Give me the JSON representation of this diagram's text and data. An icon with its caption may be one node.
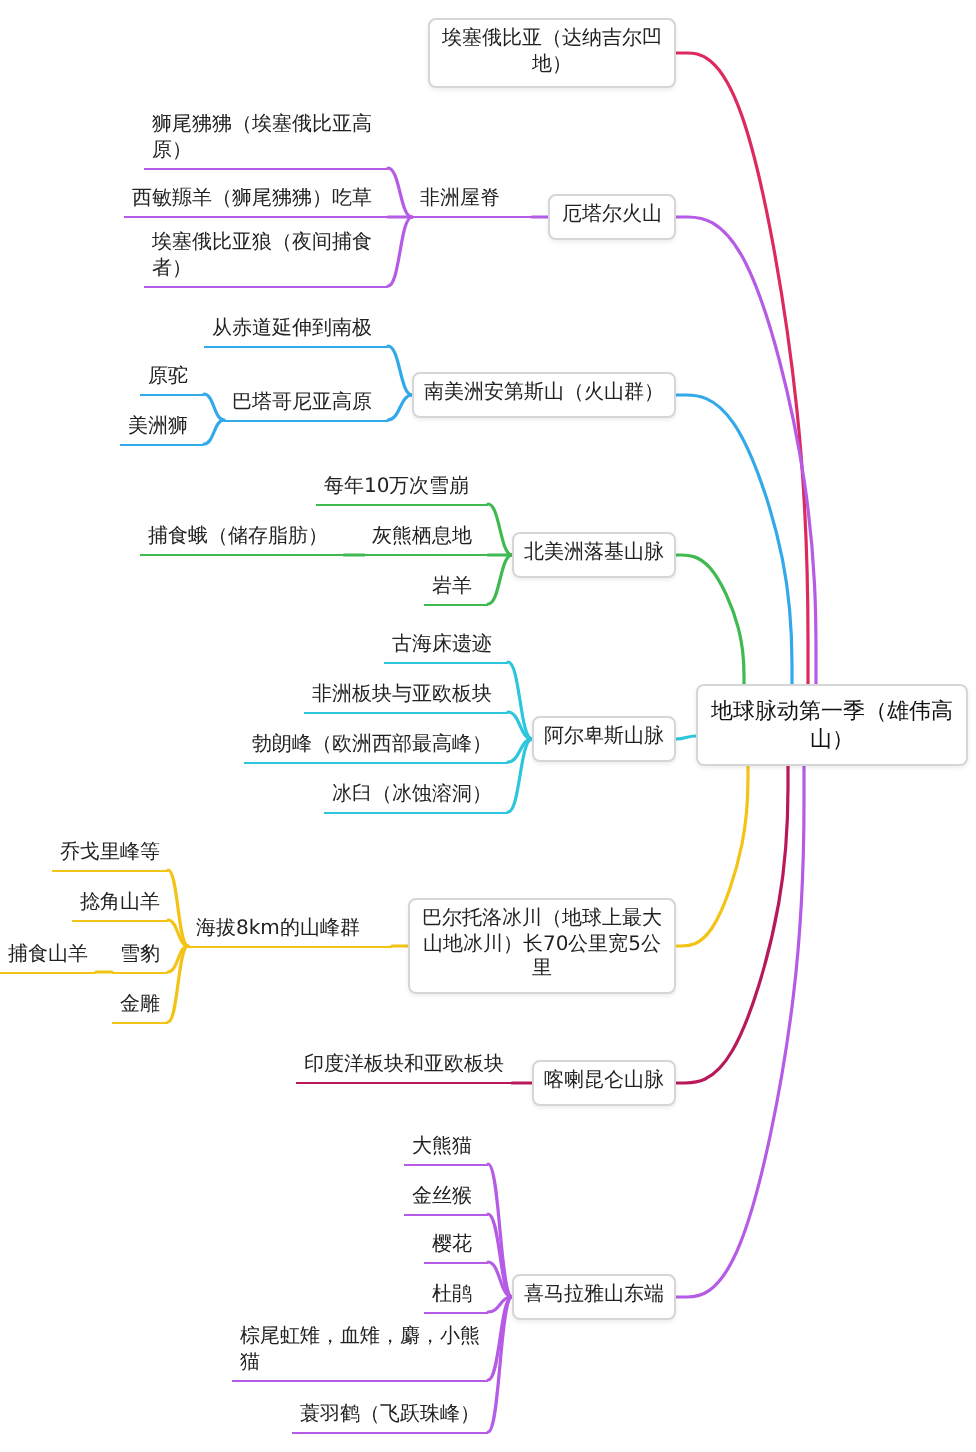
{
  "diagram": {
    "nodes": [
      {
        "text": [
          "地球脉动第一季（雄伟高山）"
        ]
      },
      {
        "text": [
          "埃塞俄比亚（达纳吉尔凹地）"
        ]
      },
      {
        "text": [
          "厄塔尔火山"
        ]
      },
      {
        "text": [
          "非洲屋脊"
        ]
      },
      {
        "text": [
          "狮尾狒狒（埃塞俄比亚高原）"
        ]
      },
      {
        "text": [
          "西敏羱羊（狮尾狒狒）吃草"
        ]
      },
      {
        "text": [
          "埃塞俄比亚狼（夜间捕食者）"
        ]
      },
      {
        "text": [
          "南美洲安第斯山（火山群）"
        ]
      },
      {
        "text": [
          "从赤道延伸到南极"
        ]
      },
      {
        "text": [
          "巴塔哥尼亚高原"
        ]
      },
      {
        "text": [
          "原驼"
        ]
      },
      {
        "text": [
          "美洲狮"
        ]
      },
      {
        "text": [
          "北美洲落基山脉"
        ]
      },
      {
        "text": [
          "每年10万次雪崩"
        ]
      },
      {
        "text": [
          "灰熊栖息地"
        ]
      },
      {
        "text": [
          "捕食蛾（储存脂肪）"
        ]
      },
      {
        "text": [
          "岩羊"
        ]
      },
      {
        "text": [
          "阿尔卑斯山脉"
        ]
      },
      {
        "text": [
          "古海床遗迹"
        ]
      },
      {
        "text": [
          "非洲板块与亚欧板块"
        ]
      },
      {
        "text": [
          "勃朗峰（欧洲西部最高峰）"
        ]
      },
      {
        "text": [
          "冰臼（冰蚀溶洞）"
        ]
      },
      {
        "text": [
          "巴尔托洛冰川（地球上最大山地冰川）长70公里宽5公里"
        ]
      },
      {
        "text": [
          "海拔8km的山峰群"
        ]
      },
      {
        "text": [
          "乔戈里峰等"
        ]
      },
      {
        "text": [
          "捻角山羊"
        ]
      },
      {
        "text": [
          "雪豹"
        ]
      },
      {
        "text": [
          "捕食山羊"
        ]
      },
      {
        "text": [
          "金雕"
        ]
      },
      {
        "text": [
          "喀喇昆仑山脉"
        ]
      },
      {
        "text": [
          "印度洋板块和亚欧板块"
        ]
      },
      {
        "text": [
          "喜马拉雅山东端"
        ]
      },
      {
        "text": [
          "大熊猫"
        ]
      },
      {
        "text": [
          "金丝猴"
        ]
      },
      {
        "text": [
          "樱花"
        ]
      },
      {
        "text": [
          "杜鹃"
        ]
      },
      {
        "text": [
          "棕尾虹雉，血雉，麝，小熊猫"
        ]
      },
      {
        "text": [
          "蓑羽鹤（飞跃珠峰）"
        ]
      }
    ],
    "edges": [
      {
        "from": 0,
        "to": 1,
        "arrow": "none",
        "color": "#dc2a5f"
      },
      {
        "from": 0,
        "to": 2,
        "arrow": "none",
        "color": "#b55be6"
      },
      {
        "from": 2,
        "to": 3,
        "arrow": "none",
        "color": "#b55be6"
      },
      {
        "from": 3,
        "to": 4,
        "arrow": "none",
        "color": "#b55be6"
      },
      {
        "from": 3,
        "to": 5,
        "arrow": "none",
        "color": "#b55be6"
      },
      {
        "from": 3,
        "to": 6,
        "arrow": "none",
        "color": "#b55be6"
      },
      {
        "from": 0,
        "to": 7,
        "arrow": "none",
        "color": "#32a9e8"
      },
      {
        "from": 7,
        "to": 8,
        "arrow": "none",
        "color": "#32a9e8"
      },
      {
        "from": 7,
        "to": 9,
        "arrow": "none",
        "color": "#32a9e8"
      },
      {
        "from": 9,
        "to": 10,
        "arrow": "none",
        "color": "#32a9e8"
      },
      {
        "from": 9,
        "to": 11,
        "arrow": "none",
        "color": "#32a9e8"
      },
      {
        "from": 0,
        "to": 12,
        "arrow": "none",
        "color": "#3fb950"
      },
      {
        "from": 12,
        "to": 13,
        "arrow": "none",
        "color": "#3fb950"
      },
      {
        "from": 12,
        "to": 14,
        "arrow": "none",
        "color": "#3fb950"
      },
      {
        "from": 14,
        "to": 15,
        "arrow": "none",
        "color": "#3fb950"
      },
      {
        "from": 12,
        "to": 16,
        "arrow": "none",
        "color": "#3fb950"
      },
      {
        "from": 0,
        "to": 17,
        "arrow": "none",
        "color": "#2dc6dc"
      },
      {
        "from": 17,
        "to": 18,
        "arrow": "none",
        "color": "#2dc6dc"
      },
      {
        "from": 17,
        "to": 19,
        "arrow": "none",
        "color": "#2dc6dc"
      },
      {
        "from": 17,
        "to": 20,
        "arrow": "none",
        "color": "#2dc6dc"
      },
      {
        "from": 17,
        "to": 21,
        "arrow": "none",
        "color": "#2dc6dc"
      },
      {
        "from": 0,
        "to": 22,
        "arrow": "none",
        "color": "#f3c316"
      },
      {
        "from": 22,
        "to": 23,
        "arrow": "none",
        "color": "#f3c316"
      },
      {
        "from": 23,
        "to": 24,
        "arrow": "none",
        "color": "#f3c316"
      },
      {
        "from": 23,
        "to": 25,
        "arrow": "none",
        "color": "#f3c316"
      },
      {
        "from": 23,
        "to": 26,
        "arrow": "none",
        "color": "#f3c316"
      },
      {
        "from": 26,
        "to": 27,
        "arrow": "none",
        "color": "#f3c316"
      },
      {
        "from": 23,
        "to": 28,
        "arrow": "none",
        "color": "#f3c316"
      },
      {
        "from": 0,
        "to": 29,
        "arrow": "none",
        "color": "#b8195a"
      },
      {
        "from": 29,
        "to": 30,
        "arrow": "none",
        "color": "#b8195a"
      },
      {
        "from": 0,
        "to": 31,
        "arrow": "none",
        "color": "#b55be6"
      },
      {
        "from": 31,
        "to": 32,
        "arrow": "none",
        "color": "#b55be6"
      },
      {
        "from": 31,
        "to": 33,
        "arrow": "none",
        "color": "#b55be6"
      },
      {
        "from": 31,
        "to": 34,
        "arrow": "none",
        "color": "#b55be6"
      },
      {
        "from": 31,
        "to": 35,
        "arrow": "none",
        "color": "#b55be6"
      },
      {
        "from": 31,
        "to": 36,
        "arrow": "none",
        "color": "#b55be6"
      },
      {
        "from": 31,
        "to": 37,
        "arrow": "none",
        "color": "#b55be6"
      }
    ]
  }
}
